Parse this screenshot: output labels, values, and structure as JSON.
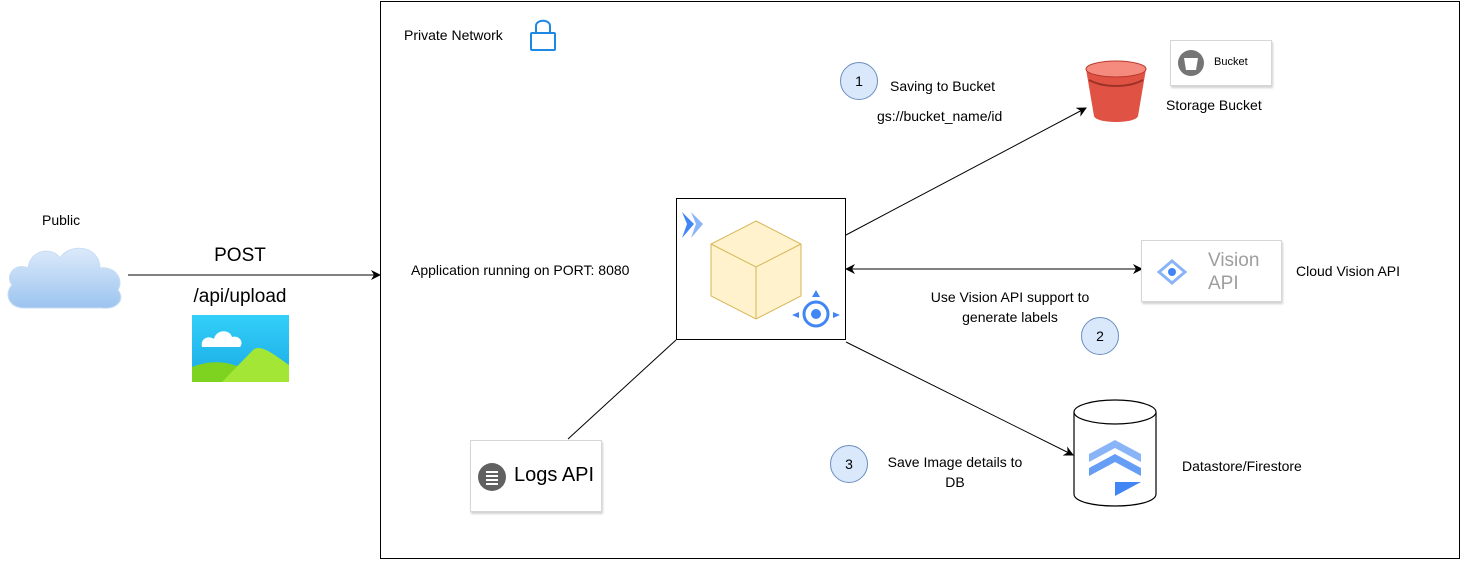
{
  "public": {
    "label": "Public",
    "http_method": "POST",
    "endpoint": "/api/upload"
  },
  "private_network": {
    "label": "Private Network",
    "icon": "lock-icon"
  },
  "application": {
    "label": "Application running on PORT: 8080"
  },
  "storage": {
    "card_label": "Bucket",
    "label": "Storage Bucket",
    "step_number": "1",
    "step_text": "Saving to Bucket",
    "path": "gs://bucket_name/id"
  },
  "vision": {
    "card_line1": "Vision",
    "card_line2": "API",
    "label": "Cloud Vision API",
    "step_number": "2",
    "step_text_line1": "Use Vision API support to",
    "step_text_line2": "generate labels"
  },
  "database": {
    "label": "Datastore/Firestore",
    "step_number": "3",
    "step_text_line1": "Save Image details to",
    "step_text_line2": "DB"
  },
  "logs": {
    "card_label": "Logs API"
  },
  "colors": {
    "cloud": "#b3d4f5",
    "bucket_red": "#e05243",
    "cube_fill": "#fff2cc",
    "cube_stroke": "#d6b656",
    "gcp_blue": "#4285f4",
    "step_fill": "#dae8fc",
    "step_stroke": "#6c8ebf",
    "image_sky": "#29c5f6",
    "image_hill": "#7ed321"
  }
}
